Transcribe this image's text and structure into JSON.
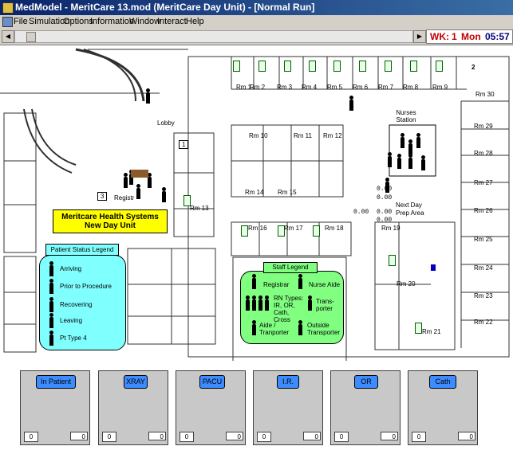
{
  "window": {
    "title": "MedModel - MeritCare 13.mod (MeritCare Day Unit) - [Normal Run]"
  },
  "menu": [
    "File",
    "Simulation",
    "Options",
    "Information",
    "Window",
    "Interact",
    "Help"
  ],
  "clock": {
    "week_label": "WK:",
    "week": "1",
    "day": "Mon",
    "time": "05:57"
  },
  "plan": {
    "rooms": [
      "Rm 1",
      "Rm 2",
      "Rm 3",
      "Rm 4",
      "Rm 5",
      "Rm 6",
      "Rm 7",
      "Rm 8",
      "Rm 9",
      "Rm 30",
      "Rm 29",
      "Rm 28",
      "Rm 27",
      "Rm 26",
      "Rm 25",
      "Rm 24",
      "Rm 23",
      "Rm 22",
      "Rm 21",
      "Rm 20",
      "Rm 19",
      "Rm 18",
      "Rm 17",
      "Rm 16",
      "Rm 15",
      "Rm 14",
      "Rm 13",
      "Rm 12",
      "Rm 11",
      "Rm 10"
    ],
    "lobby": "Lobby",
    "registr": "Registr",
    "nurses_station": "Nurses Station",
    "next_day": "Next Day Prep Area",
    "counter_3": "3",
    "counter_1": "1",
    "counter_2": "2",
    "zeros": [
      "0.00",
      "0.00",
      "0.00",
      "0.00",
      "0.00"
    ],
    "title_line1": "Meritcare Health Systems",
    "title_line2": "New Day Unit"
  },
  "patient_legend": {
    "title": "Patient Status Legend",
    "items": [
      "Arriving",
      "Prior to Procedure",
      "Recovering",
      "Leaving",
      "Pt Type 4"
    ]
  },
  "staff_legend": {
    "title": "Staff Legend",
    "registrar": "Registrar",
    "nurse_aide": "Nurse Aide",
    "rn_types": "RN Types: IR, OR, Cath, Cross",
    "transporter": "Trans- porter",
    "aide_transporter": "Aide / Tranporter",
    "outside_transporter": "Outside Transporter"
  },
  "panels": [
    {
      "label": "In Patient",
      "left": "0",
      "right": "0"
    },
    {
      "label": "XRAY",
      "left": "0",
      "right": "0"
    },
    {
      "label": "PACU",
      "left": "0",
      "right": "0"
    },
    {
      "label": "I.R.",
      "left": "0",
      "right": "0"
    },
    {
      "label": "OR",
      "left": "0",
      "right": "0"
    },
    {
      "label": "Cath",
      "left": "0",
      "right": "0"
    }
  ],
  "colors": {
    "title_bar": "#0a246a",
    "legend_cyan": "#80ffff",
    "legend_green": "#80ff80",
    "title_yellow": "#ffff00",
    "panel_button": "#3c8cff",
    "clock_red": "#c00000"
  }
}
